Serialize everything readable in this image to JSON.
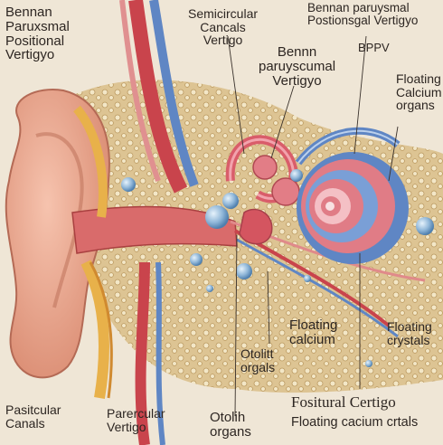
{
  "labels": {
    "top_left": [
      "Bennan",
      "Paruxsmal",
      "Positional",
      "Vertigyo"
    ],
    "top_center": [
      "Semicircular",
      "Cancals",
      "Vertigo"
    ],
    "top_right": [
      "Bennan paruysmal",
      "Postionsgal Vertigyo"
    ],
    "bppv": "BPPV",
    "middle_center": [
      "Bennn",
      "paruyscumal",
      "Vertigyo"
    ],
    "right_upper": [
      "Floating",
      "Calcium",
      "organs"
    ],
    "floating_calcium_mid": [
      "Floating",
      "calcium"
    ],
    "right_lower": [
      "Floating",
      "crystals"
    ],
    "otolith_organs_mid": [
      "Otolitt",
      "orgals"
    ],
    "bottom_left": [
      "Pasitcular",
      "Canals"
    ],
    "bottom_center_left": [
      "Parercular",
      "Vertigo"
    ],
    "bottom_center": [
      "Otolih",
      "organs"
    ],
    "bottom_right_title": "Fositural Certigo",
    "bottom_right_sub": "Floating cacium crtals"
  },
  "colors": {
    "background": "#efe6d6",
    "bone": "#dcc28f",
    "skin": "#e8a48c",
    "vessel_red": "#c9444c",
    "nerve_blue": "#5f86c4",
    "cochlea_pink": "#e07c86",
    "crystal_blue": "#8fb6d8"
  }
}
